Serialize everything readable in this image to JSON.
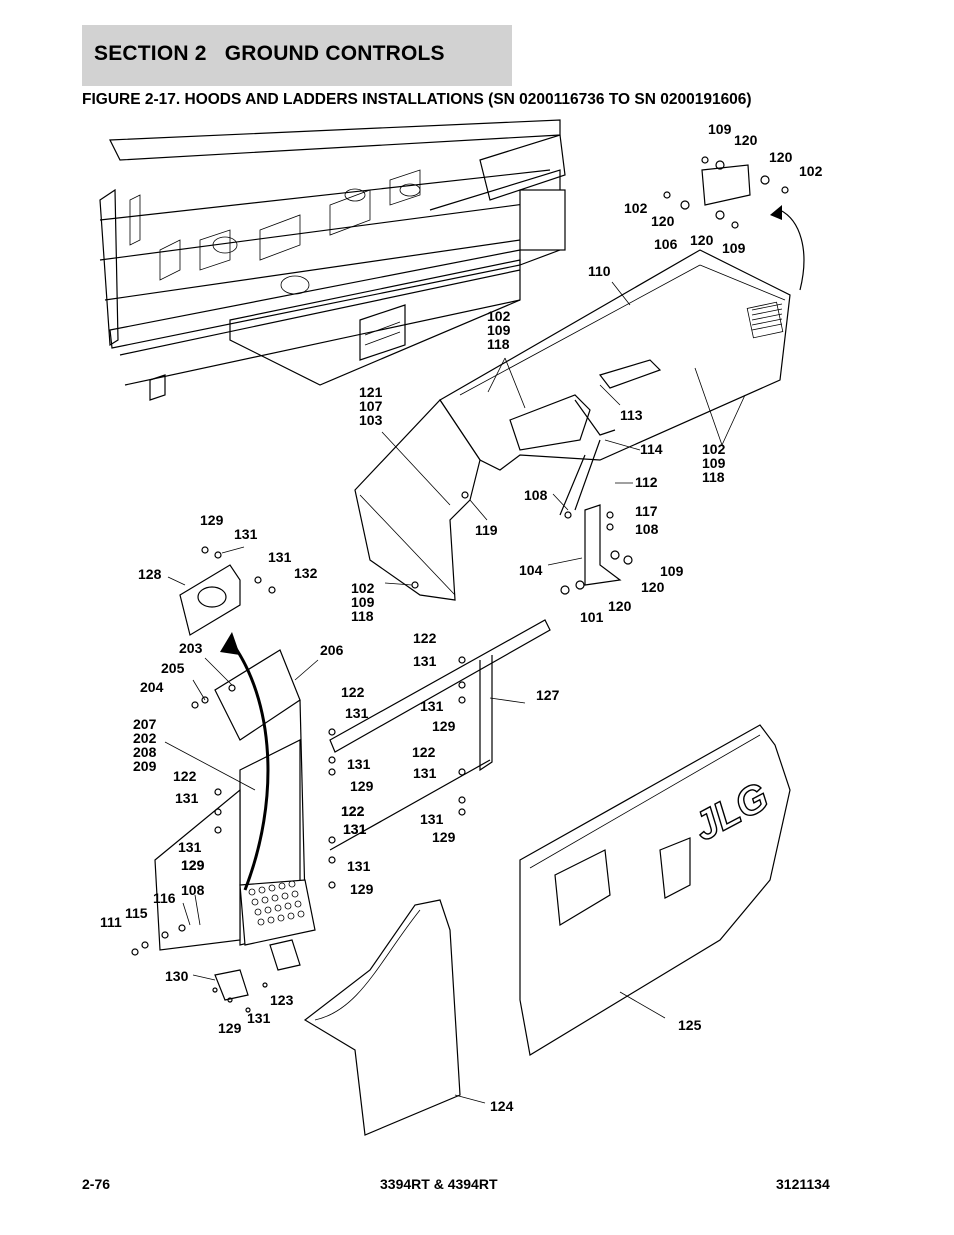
{
  "header": {
    "section": "SECTION 2   GROUND CONTROLS",
    "figure_title": "FIGURE 2-17. HOODS AND LADDERS INSTALLATIONS (SN 0200116736 TO SN 0200191606)"
  },
  "footer": {
    "page_number": "2-76",
    "model": "3394RT & 4394RT",
    "doc_number": "3121134"
  },
  "diagram": {
    "logo_text": "JLG",
    "callouts": [
      {
        "id": "c1",
        "lines": [
          "109"
        ]
      },
      {
        "id": "c2",
        "lines": [
          "120"
        ]
      },
      {
        "id": "c3",
        "lines": [
          "120"
        ]
      },
      {
        "id": "c4",
        "lines": [
          "102"
        ]
      },
      {
        "id": "c5",
        "lines": [
          "102"
        ]
      },
      {
        "id": "c6",
        "lines": [
          "120"
        ]
      },
      {
        "id": "c7",
        "lines": [
          "106"
        ]
      },
      {
        "id": "c8",
        "lines": [
          "120"
        ]
      },
      {
        "id": "c9",
        "lines": [
          "109"
        ]
      },
      {
        "id": "c10",
        "lines": [
          "110"
        ]
      },
      {
        "id": "c11",
        "lines": [
          "102",
          "109",
          "118"
        ]
      },
      {
        "id": "c12",
        "lines": [
          "121",
          "107",
          "103"
        ]
      },
      {
        "id": "c13",
        "lines": [
          "113"
        ]
      },
      {
        "id": "c14",
        "lines": [
          "114"
        ]
      },
      {
        "id": "c15",
        "lines": [
          "102",
          "109",
          "118"
        ]
      },
      {
        "id": "c16",
        "lines": [
          "112"
        ]
      },
      {
        "id": "c17",
        "lines": [
          "108"
        ]
      },
      {
        "id": "c18",
        "lines": [
          "117"
        ]
      },
      {
        "id": "c19",
        "lines": [
          "108"
        ]
      },
      {
        "id": "c20",
        "lines": [
          "119"
        ]
      },
      {
        "id": "c21",
        "lines": [
          "129"
        ]
      },
      {
        "id": "c22",
        "lines": [
          "131"
        ]
      },
      {
        "id": "c23",
        "lines": [
          "131"
        ]
      },
      {
        "id": "c24",
        "lines": [
          "132"
        ]
      },
      {
        "id": "c25",
        "lines": [
          "128"
        ]
      },
      {
        "id": "c26",
        "lines": [
          "104"
        ]
      },
      {
        "id": "c27",
        "lines": [
          "109"
        ]
      },
      {
        "id": "c28",
        "lines": [
          "120"
        ]
      },
      {
        "id": "c29",
        "lines": [
          "120"
        ]
      },
      {
        "id": "c30",
        "lines": [
          "101"
        ]
      },
      {
        "id": "c31",
        "lines": [
          "102",
          "109",
          "118"
        ]
      },
      {
        "id": "c32",
        "lines": [
          "122"
        ]
      },
      {
        "id": "c33",
        "lines": [
          "131"
        ]
      },
      {
        "id": "c34",
        "lines": [
          "203"
        ]
      },
      {
        "id": "c35",
        "lines": [
          "206"
        ]
      },
      {
        "id": "c36",
        "lines": [
          "205"
        ]
      },
      {
        "id": "c37",
        "lines": [
          "204"
        ]
      },
      {
        "id": "c38",
        "lines": [
          "122"
        ]
      },
      {
        "id": "c39",
        "lines": [
          "131"
        ]
      },
      {
        "id": "c40",
        "lines": [
          "127"
        ]
      },
      {
        "id": "c41",
        "lines": [
          "131"
        ]
      },
      {
        "id": "c42",
        "lines": [
          "129"
        ]
      },
      {
        "id": "c43",
        "lines": [
          "207",
          "202",
          "208",
          "209"
        ]
      },
      {
        "id": "c44",
        "lines": [
          "122"
        ]
      },
      {
        "id": "c45",
        "lines": [
          "131"
        ]
      },
      {
        "id": "c46",
        "lines": [
          "129"
        ]
      },
      {
        "id": "c47",
        "lines": [
          "122"
        ]
      },
      {
        "id": "c48",
        "lines": [
          "131"
        ]
      },
      {
        "id": "c49",
        "lines": [
          "122"
        ]
      },
      {
        "id": "c50",
        "lines": [
          "131"
        ]
      },
      {
        "id": "c51",
        "lines": [
          "122"
        ]
      },
      {
        "id": "c52",
        "lines": [
          "131"
        ]
      },
      {
        "id": "c53",
        "lines": [
          "131"
        ]
      },
      {
        "id": "c54",
        "lines": [
          "129"
        ]
      },
      {
        "id": "c55",
        "lines": [
          "131"
        ]
      },
      {
        "id": "c56",
        "lines": [
          "129"
        ]
      },
      {
        "id": "c57",
        "lines": [
          "131"
        ]
      },
      {
        "id": "c58",
        "lines": [
          "129"
        ]
      },
      {
        "id": "c59",
        "lines": [
          "131"
        ]
      },
      {
        "id": "c60",
        "lines": [
          "129"
        ]
      },
      {
        "id": "c61",
        "lines": [
          "116"
        ]
      },
      {
        "id": "c62",
        "lines": [
          "108"
        ]
      },
      {
        "id": "c63",
        "lines": [
          "115"
        ]
      },
      {
        "id": "c64",
        "lines": [
          "111"
        ]
      },
      {
        "id": "c65",
        "lines": [
          "130"
        ]
      },
      {
        "id": "c66",
        "lines": [
          "123"
        ]
      },
      {
        "id": "c67",
        "lines": [
          "131"
        ]
      },
      {
        "id": "c68",
        "lines": [
          "129"
        ]
      },
      {
        "id": "c69",
        "lines": [
          "125"
        ]
      },
      {
        "id": "c70",
        "lines": [
          "124"
        ]
      }
    ]
  }
}
